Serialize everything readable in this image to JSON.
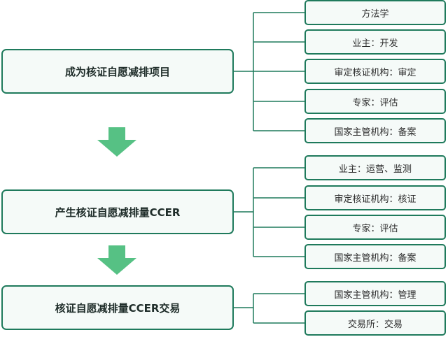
{
  "colors": {
    "border": "#1f7a5c",
    "fill": "#f5faf8",
    "arrow": "#56c184",
    "text": "#1f2d2a"
  },
  "stages": [
    {
      "label": "成为核证自愿减排项目",
      "roles": [
        "方法学",
        "业主：开发",
        "审定核证机构：审定",
        "专家：评估",
        "国家主管机构：备案"
      ]
    },
    {
      "label": "产生核证自愿减排量CCER",
      "roles": [
        "业主：运营、监测",
        "审定核证机构：核证",
        "专家：评估",
        "国家主管机构：备案"
      ]
    },
    {
      "label": "核证自愿减排量CCER交易",
      "roles": [
        "国家主管机构：管理",
        "交易所：交易"
      ]
    }
  ]
}
